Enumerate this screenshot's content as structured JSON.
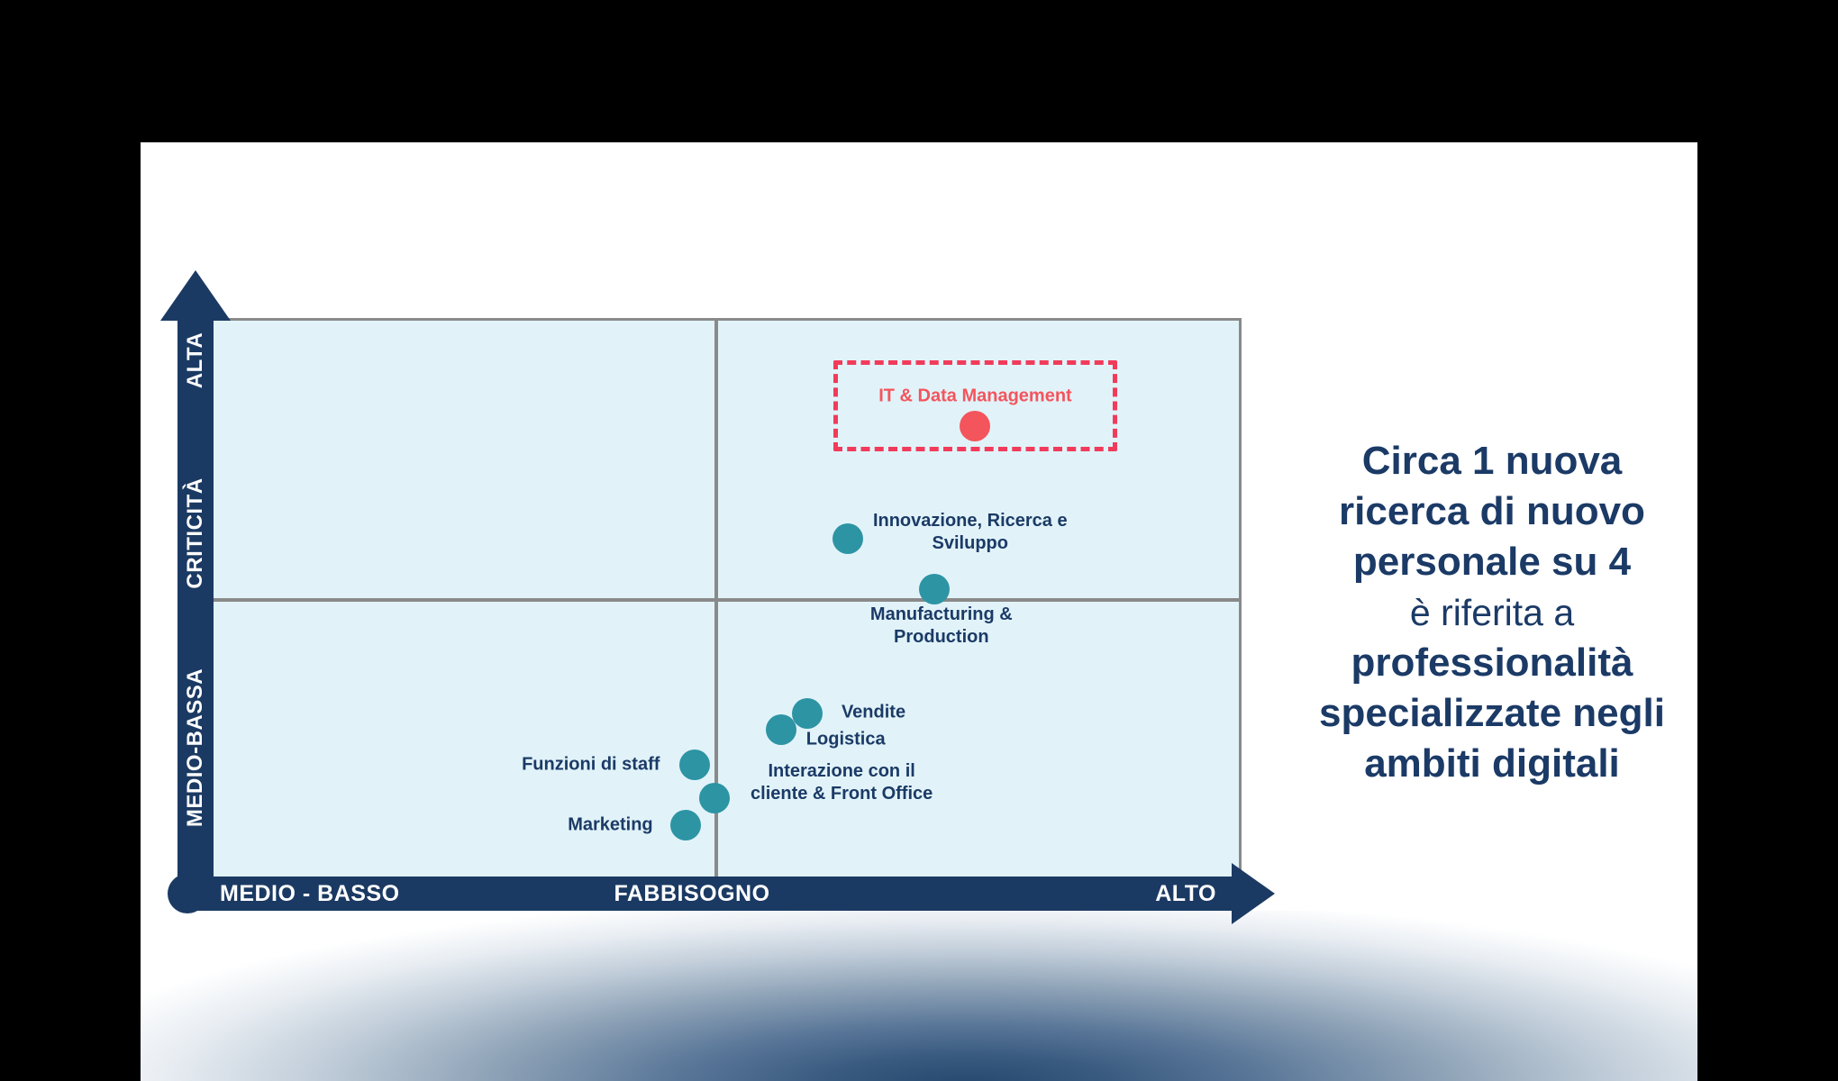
{
  "annotation": {
    "lines": [
      {
        "text": "Circa 1 nuova",
        "bold": true
      },
      {
        "text": "ricerca di nuovo",
        "bold": true
      },
      {
        "text": "personale su 4",
        "bold": true
      },
      {
        "text": "è riferita a",
        "bold": false
      },
      {
        "text": "professionalità",
        "bold": true
      },
      {
        "text": "specializzate negli",
        "bold": true
      },
      {
        "text": "ambiti digitali",
        "bold": true
      }
    ]
  },
  "chart_data": {
    "type": "scatter",
    "title": "",
    "x_axis": {
      "name": "FABBISOGNO",
      "min_label": "MEDIO - BASSO",
      "max_label": "ALTO",
      "range": [
        0,
        1
      ]
    },
    "y_axis": {
      "name": "CRITICITÀ",
      "min_label": "MEDIO-BASSA",
      "max_label": "ALTA",
      "range": [
        0,
        1
      ]
    },
    "grid": "quadrant (2x2 gray cross lines)",
    "legend_position": "none",
    "points": [
      {
        "name": "it-data-management",
        "label": "IT & Data Management",
        "x": 0.741,
        "y": 0.189,
        "label_x": 0.741,
        "label_y": 0.135,
        "color_key": "coral",
        "highlighted": true
      },
      {
        "name": "innovazione-ricerca-sviluppo",
        "label": "Innovazione, Ricerca e\nSviluppo",
        "x": 0.617,
        "y": 0.39,
        "label_x": 0.736,
        "label_y": 0.379,
        "color_key": "teal",
        "highlighted": false
      },
      {
        "name": "manufacturing-production",
        "label": "Manufacturing &\nProduction",
        "x": 0.701,
        "y": 0.481,
        "label_x": 0.708,
        "label_y": 0.547,
        "color_key": "teal",
        "highlighted": false
      },
      {
        "name": "vendite",
        "label": "Vendite",
        "x": 0.578,
        "y": 0.703,
        "label_x": 0.642,
        "label_y": 0.702,
        "color_key": "teal",
        "highlighted": false
      },
      {
        "name": "logistica",
        "label": "Logistica",
        "x": 0.552,
        "y": 0.732,
        "label_x": 0.615,
        "label_y": 0.75,
        "color_key": "teal",
        "highlighted": false
      },
      {
        "name": "funzioni-di-staff",
        "label": "Funzioni di staff",
        "x": 0.468,
        "y": 0.795,
        "label_x": 0.367,
        "label_y": 0.795,
        "color_key": "teal",
        "highlighted": false
      },
      {
        "name": "interazione-cliente-front-office",
        "label": "Interazione con il\ncliente & Front Office",
        "x": 0.487,
        "y": 0.855,
        "label_x": 0.611,
        "label_y": 0.827,
        "color_key": "teal",
        "highlighted": false
      },
      {
        "name": "marketing",
        "label": "Marketing",
        "x": 0.459,
        "y": 0.903,
        "label_x": 0.386,
        "label_y": 0.903,
        "color_key": "teal",
        "highlighted": false
      }
    ],
    "highlight_box": {
      "x": 0.603,
      "y": 0.071,
      "w": 0.276,
      "h": 0.163
    }
  },
  "colors": {
    "teal": "#2D94A4",
    "coral": "#F4545C",
    "box_border": "#F13B5B",
    "navy_text": "#1B3A66",
    "axis_bar": "#1B3A63",
    "plot_bg": "#E1F3F9",
    "grid_line": "#8A8A8A"
  }
}
